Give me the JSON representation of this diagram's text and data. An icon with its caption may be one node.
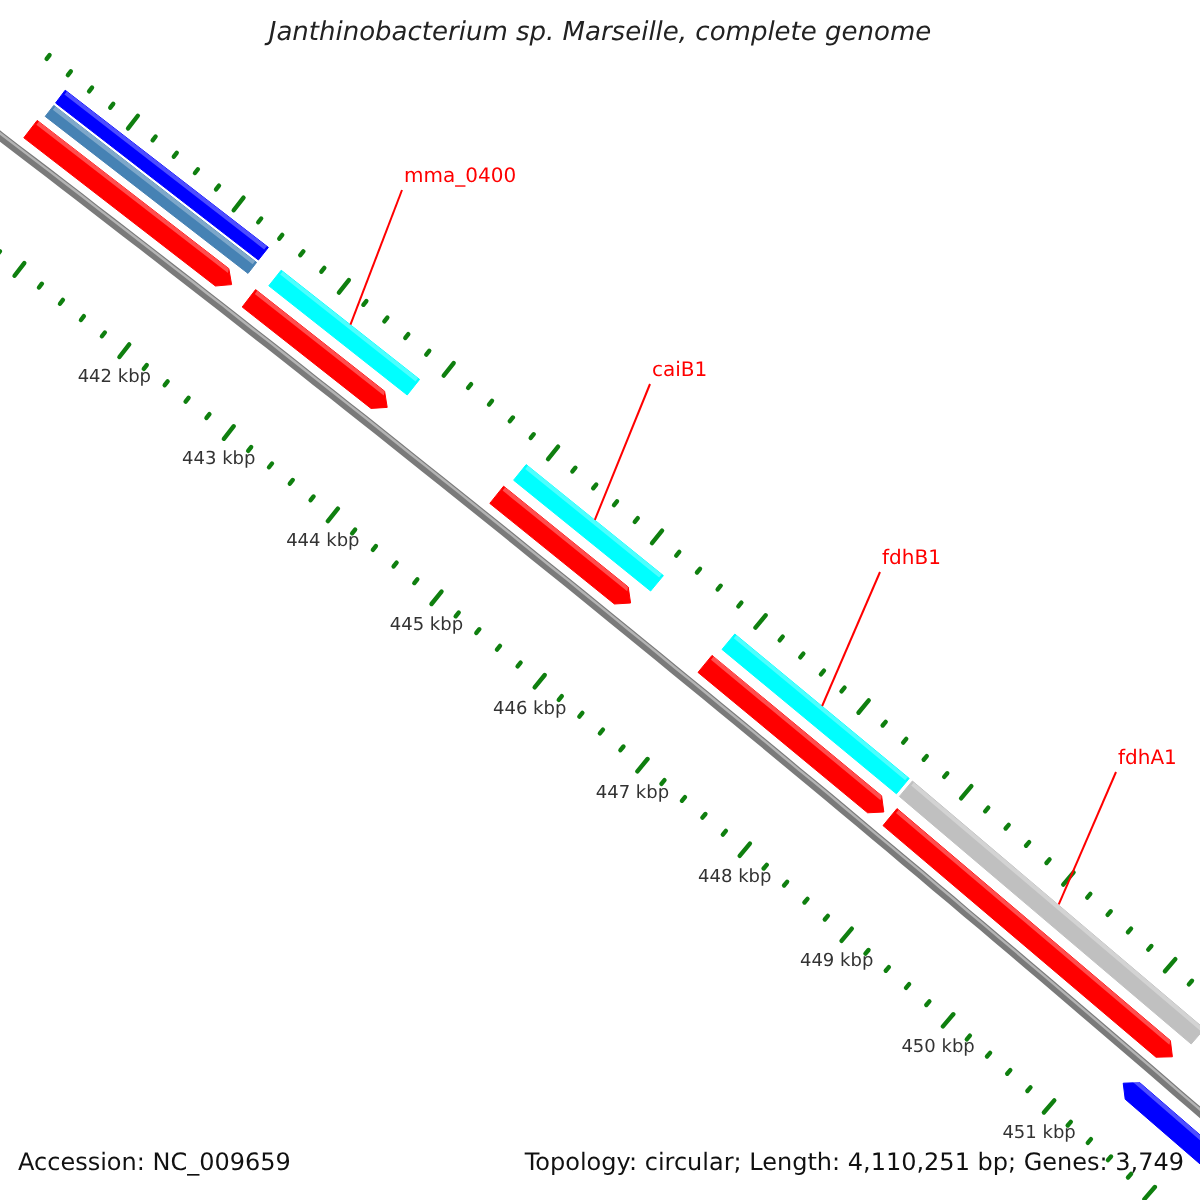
{
  "diagram": {
    "title": "Janthinobacterium sp. Marseille, complete genome",
    "nodes": [
      {
        "text": [
          "mma_0400"
        ]
      },
      {
        "text": [],
        "shape": "bar"
      },
      {
        "text": [
          "caiB1"
        ]
      },
      {
        "text": [],
        "shape": "bar"
      },
      {
        "text": [
          "fdhB1"
        ]
      },
      {
        "text": [],
        "shape": "bar"
      },
      {
        "text": [
          "fdhA1"
        ]
      },
      {
        "text": [],
        "shape": "bar"
      }
    ],
    "edges": [
      {
        "from": 0,
        "to": 1,
        "arrow": "none",
        "color": "#ff0000"
      },
      {
        "from": 2,
        "to": 3,
        "arrow": "none",
        "color": "#ff0000"
      },
      {
        "from": 4,
        "to": 5,
        "arrow": "none",
        "color": "#ff0000"
      },
      {
        "from": 6,
        "to": 7,
        "arrow": "none",
        "color": "#ff0000"
      }
    ],
    "labels": [
      "442 kbp",
      "443 kbp",
      "444 kbp",
      "445 kbp",
      "446 kbp",
      "447 kbp",
      "448 kbp",
      "449 kbp",
      "450 kbp",
      "451 kbp",
      "Accession: NC_009659",
      "Topology: circular; Length: 4,110,251 bp; Genes: 3,749"
    ]
  }
}
